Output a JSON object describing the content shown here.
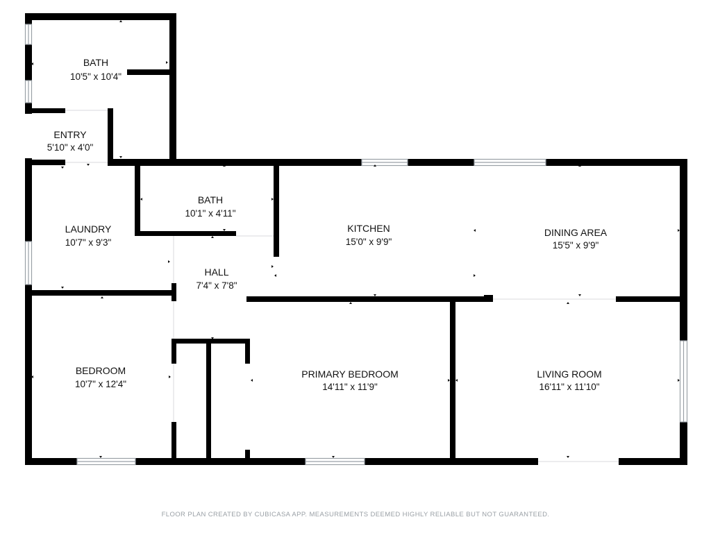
{
  "rooms": {
    "bath_upper": {
      "name": "BATH",
      "dims": "10'5\" x 10'4\""
    },
    "entry": {
      "name": "ENTRY",
      "dims": "5'10\" x 4'0\""
    },
    "bath_lower": {
      "name": "BATH",
      "dims": "10'1\" x 4'11\""
    },
    "laundry": {
      "name": "LAUNDRY",
      "dims": "10'7\" x 9'3\""
    },
    "kitchen": {
      "name": "KITCHEN",
      "dims": "15'0\" x 9'9\""
    },
    "dining_area": {
      "name": "DINING AREA",
      "dims": "15'5\" x 9'9\""
    },
    "hall": {
      "name": "HALL",
      "dims": "7'4\" x 7'8\""
    },
    "bedroom": {
      "name": "BEDROOM",
      "dims": "10'7\" x 12'4\""
    },
    "primary_bedroom": {
      "name": "PRIMARY BEDROOM",
      "dims": "14'11\" x 11'9\""
    },
    "living_room": {
      "name": "LIVING ROOM",
      "dims": "16'11\" x 11'10\""
    }
  },
  "footer": "FLOOR PLAN CREATED BY CUBICASA APP. MEASUREMENTS DEEMED HIGHLY RELIABLE BUT NOT GUARANTEED.",
  "colors": {
    "wall": "#000000",
    "window_frame": "#9aa0a6",
    "text": "#111111",
    "footer": "#9aa0a6"
  }
}
